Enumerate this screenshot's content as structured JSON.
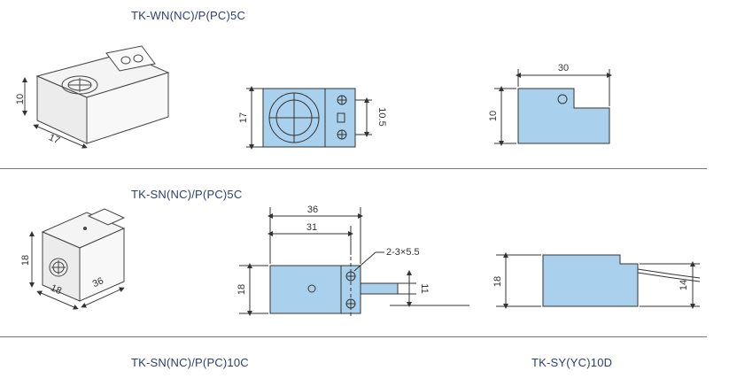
{
  "sections": [
    {
      "title": "TK-WN(NC)/P(PC)5C"
    },
    {
      "title": "TK-SN(NC)/P(PC)5C"
    },
    {
      "title_left": "TK-SN(NC)/P(PC)10C",
      "title_right": "TK-SY(YC)10D"
    }
  ],
  "dims": {
    "wn_iso_h": "10",
    "wn_iso_w": "17",
    "wn_front_h": "17",
    "wn_front_pitch": "10.5",
    "wn_side_w": "30",
    "wn_side_h": "10",
    "sn_iso_h": "18",
    "sn_iso_d": "18",
    "sn_iso_w": "36",
    "sn_front_w": "36",
    "sn_front_w2": "31",
    "sn_front_hole": "2-3×5.5",
    "sn_front_h": "18",
    "sn_front_cable": "11",
    "sn_side_h": "18",
    "sn_side_cable": "14"
  },
  "colors": {
    "body": "#a9d0ec",
    "line": "#333333",
    "title": "#2c3e73"
  }
}
